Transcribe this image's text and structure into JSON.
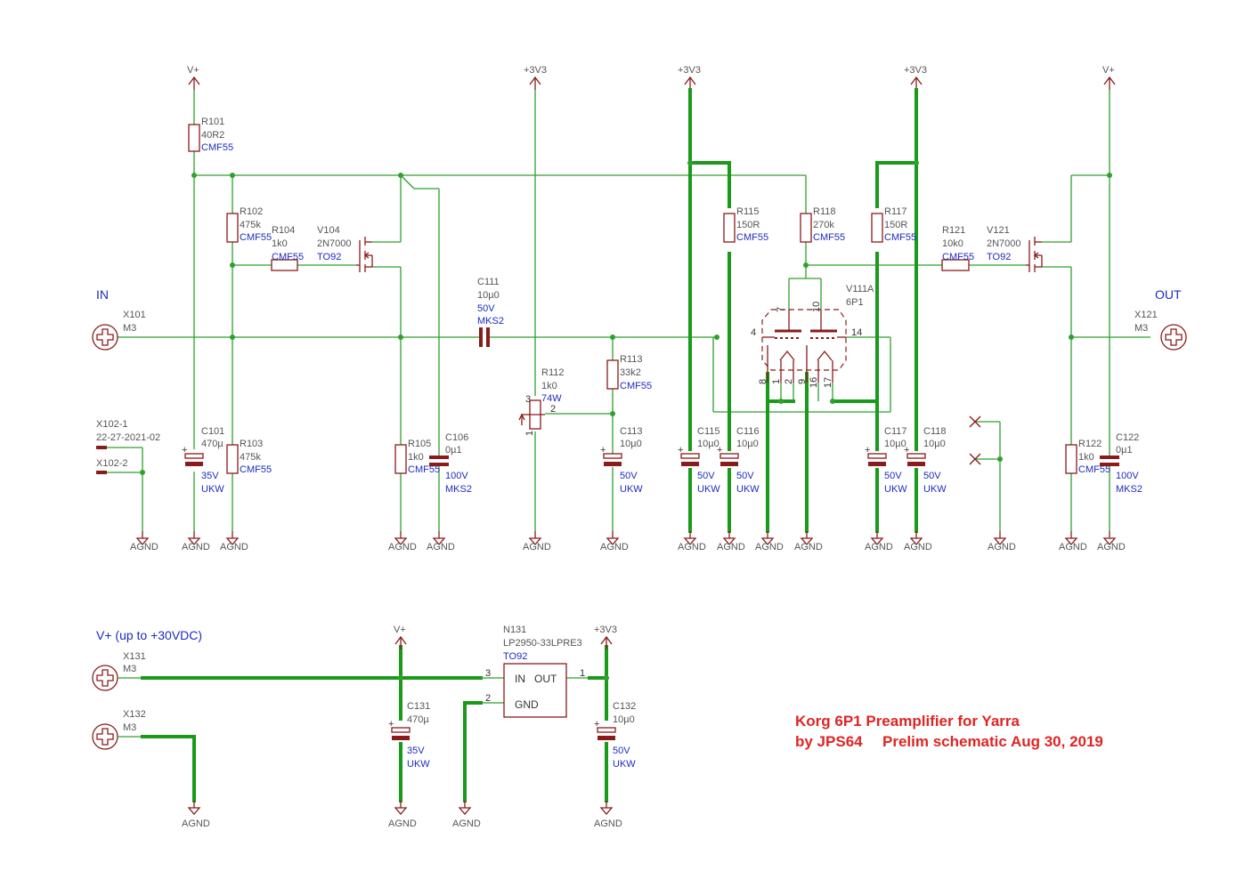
{
  "labels": {
    "in": "IN",
    "out": "OUT",
    "vplus_note": "V+ (up to +30VDC)"
  },
  "supply": {
    "vplus": "V+",
    "v33": "+3V3",
    "gnd": "AGND"
  },
  "parts": {
    "R101": {
      "ref": "R101",
      "val": "40R2",
      "pkg": "CMF55"
    },
    "R102": {
      "ref": "R102",
      "val": "475k",
      "pkg": "CMF55"
    },
    "R103": {
      "ref": "R103",
      "val": "475k",
      "pkg": "CMF55"
    },
    "R104": {
      "ref": "R104",
      "val": "1k0",
      "pkg": "CMF55"
    },
    "R105": {
      "ref": "R105",
      "val": "1k0",
      "pkg": "CMF55"
    },
    "R112": {
      "ref": "R112",
      "val": "1k0",
      "pkg": "74W"
    },
    "R113": {
      "ref": "R113",
      "val": "33k2",
      "pkg": "CMF55"
    },
    "R115": {
      "ref": "R115",
      "val": "150R",
      "pkg": "CMF55"
    },
    "R117": {
      "ref": "R117",
      "val": "150R",
      "pkg": "CMF55"
    },
    "R118": {
      "ref": "R118",
      "val": "270k",
      "pkg": "CMF55"
    },
    "R121": {
      "ref": "R121",
      "val": "10k0",
      "pkg": "CMF55"
    },
    "R122": {
      "ref": "R122",
      "val": "1k0",
      "pkg": "CMF55"
    },
    "C101": {
      "ref": "C101",
      "val": "470µ",
      "v": "35V",
      "t": "UKW"
    },
    "C106": {
      "ref": "C106",
      "val": "0µ1",
      "v": "100V",
      "t": "MKS2"
    },
    "C111": {
      "ref": "C111",
      "val": "10µ0",
      "v": "50V",
      "t": "MKS2"
    },
    "C113": {
      "ref": "C113",
      "val": "10µ0",
      "v": "50V",
      "t": "UKW"
    },
    "C115": {
      "ref": "C115",
      "val": "10µ0",
      "v": "50V",
      "t": "UKW"
    },
    "C116": {
      "ref": "C116",
      "val": "10µ0",
      "v": "50V",
      "t": "UKW"
    },
    "C117": {
      "ref": "C117",
      "val": "10µ0",
      "v": "50V",
      "t": "UKW"
    },
    "C118": {
      "ref": "C118",
      "val": "10µ0",
      "v": "50V",
      "t": "UKW"
    },
    "C122": {
      "ref": "C122",
      "val": "0µ1",
      "v": "100V",
      "t": "MKS2"
    },
    "C131": {
      "ref": "C131",
      "val": "470µ",
      "v": "35V",
      "t": "UKW"
    },
    "C132": {
      "ref": "C132",
      "val": "10µ0",
      "v": "50V",
      "t": "UKW"
    },
    "V104": {
      "ref": "V104",
      "val": "2N7000",
      "pkg": "TO92"
    },
    "V121": {
      "ref": "V121",
      "val": "2N7000",
      "pkg": "TO92"
    },
    "V111A": {
      "ref": "V111A",
      "val": "6P1"
    },
    "N131": {
      "ref": "N131",
      "val": "LP2950-33LPRE3",
      "pkg": "TO92",
      "in": "IN",
      "out": "OUT",
      "gnd": "GND"
    },
    "X101": {
      "ref": "X101",
      "val": "M3"
    },
    "X121": {
      "ref": "X121",
      "val": "M3"
    },
    "X131": {
      "ref": "X131",
      "val": "M3"
    },
    "X132": {
      "ref": "X132",
      "val": "M3"
    },
    "X102": {
      "ref1": "X102-1",
      "val": "22-27-2021-02",
      "ref2": "X102-2"
    }
  },
  "pins": {
    "p1": "1",
    "p2": "2",
    "p3": "3",
    "p4": "4",
    "p7": "7",
    "p8": "8",
    "p9": "9",
    "p10": "10",
    "p14": "14",
    "p16": "16",
    "p17": "17"
  },
  "title": {
    "line1": "Korg 6P1 Preamplifier for Yarra",
    "line2a": "by JPS64",
    "line2b": "Prelim schematic Aug 30, 2019"
  },
  "colors": {
    "wire": "#2ea12e",
    "part": "#8b1a1a",
    "package": "#1c2bc4",
    "title": "#e02424"
  }
}
